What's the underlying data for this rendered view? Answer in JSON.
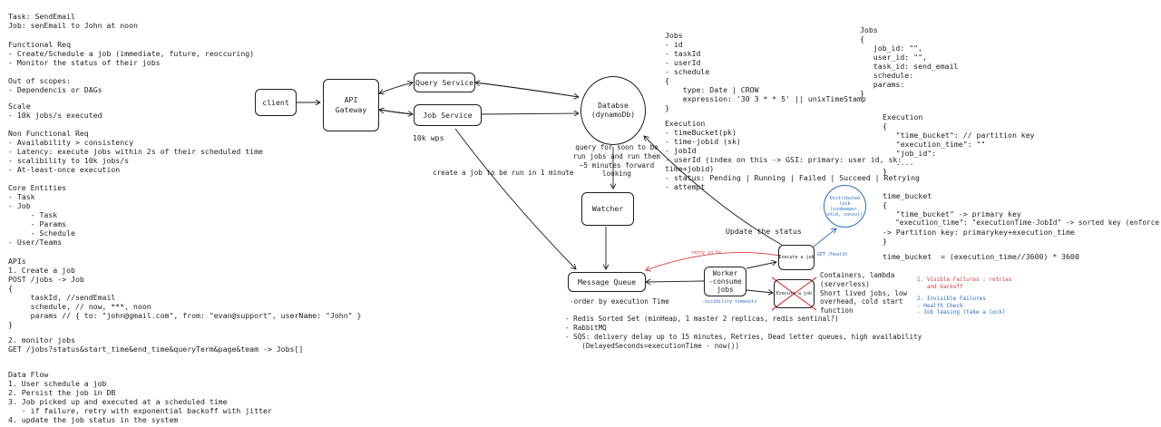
{
  "requirements": {
    "task": "Task: SendEmail",
    "job": "Job: senEmail to John at noon",
    "functional_title": "Functional Req",
    "functional_items": [
      "- Create/Schedule a job (immediate, future, reoccuring)",
      "- Monitor the status of their jobs"
    ],
    "out_of_scope_title": "Out of scopes:",
    "out_of_scope_items": [
      "- Dependencis or DAGs"
    ],
    "scale_title": "Scale",
    "scale_items": [
      "- 10k jobs/s executed"
    ],
    "nonfunctional_title": "Non Functional Req",
    "nonfunctional_items": [
      "- Availability > consistency",
      "- Latency: execute jobs within 2s of their scheduled time",
      "- scalibility to 10k jobs/s",
      "- At-least-once execution"
    ],
    "core_title": "Core Entities",
    "core_items": [
      "- Task",
      "- Job",
      "     - Task",
      "     - Params",
      "     - Schedule",
      "- User/Teams"
    ]
  },
  "apis": {
    "title": "APIs",
    "lines": [
      "1. Create a job",
      "POST /jobs -> Job",
      "{",
      "     taskId, //sendEmail",
      "     schedule, // now, ***, noon",
      "     params // { to: \"john@gmail.com\", from: \"evan@support\", userName: \"John\" }",
      "}",
      "",
      "2. monitor jobs",
      "GET /jobs?status&start_time&end_time&queryTerm&page&team -> Jobs[]"
    ]
  },
  "data_flow": {
    "title": "Data Flow",
    "items": [
      "1. User schedule a job",
      "2. Persist the job in DB",
      "3. Job picked up and executed at a scheduled time",
      "   - if failure, retry with exponential backoff with jitter",
      "4. update the job status in the system"
    ]
  },
  "diagram": {
    "client": "client",
    "api_gateway": "API\nGateway",
    "query_service": "Query Service",
    "job_service": "Job Service",
    "wps": "10k wps",
    "database": "Databse\n(dynamoDb)",
    "create_job_label": "create a job to be run in 1 minute",
    "query_label": "query for soon to be\nrun jobs and run them\n~5 minutes forward\nlooking",
    "watcher": "Watcher",
    "message_queue": "Message Queue",
    "worker": "Worker\n-consume\njobs",
    "visibility": "-visibility timeouts",
    "execute_job": "Execute a job",
    "execute_job_crossed": "Execute a job",
    "update_status": "Update the status",
    "retry_label": "retry in 5s",
    "get_health": "GET /health",
    "distributed_lock": "Distributed\nlock\n(zookeeper,\netcd, consul)",
    "order_label": "-order by execution Time",
    "containers_label": "Containers, lambda\n(serverless)\nShort lived jobs, low\noverhead, cold start\nfunction",
    "queue_options": [
      "- Redis Sorted Set (minHeap, 1 master 2 replicas, redis sentinal?)",
      "- RabbitMQ",
      "- SQS: delivery delay up to 15 minutes, Retries, Dead letter queues, high availability",
      "    (DelayedSeconds=executionTime - now())"
    ]
  },
  "failures": {
    "visible": "1. Visible Failures : retries\n   and backoff",
    "invisible": "2. Invisible Failures\n- Health Check\n- Job leasing (take a lock)"
  },
  "schema_left": {
    "lines": [
      "Jobs",
      "- id",
      "- taskId",
      "- userId",
      "- schedule",
      "{",
      "    type: Date | CROW",
      "    expression: '30 3 * * 5' || unixTimeStamp",
      "}",
      "",
      "Execution",
      "- timeBucket(pk)",
      "- time-jobid (sk)",
      "- jobId",
      "- userId (index on this -> GSI: primary: user id, sk:",
      "time+jobid)",
      "- status: Pending | Running | Failed | Succeed | Retrying",
      "- attempt"
    ]
  },
  "schema_right": {
    "jobs_lines": [
      "Jobs",
      "{",
      "   job_id: \"\",",
      "   user_id: \"\",",
      "   task_id: send_email",
      "   schedule:",
      "   params:",
      "}"
    ],
    "execution_lines": [
      "Execution",
      "{",
      "   \"time_bucket\": // partition key",
      "   \"execution_time\": \"\"",
      "   \"job_id\":",
      "   ....",
      "}"
    ],
    "bucket_lines": [
      "time_bucket",
      "{",
      "   \"time_bucket\" -> primary key",
      "   \"execution_time\": \"executionTime-JobId\" -> sorted key (enforce uniqueness)",
      "-> Partition key: primarykey+execution_time",
      "}",
      "",
      "time_bucket  = (execution_time//3600) * 3600"
    ]
  },
  "colors": {
    "ink": "#1e1e1e",
    "failure_red": "#d63b3b",
    "accent_blue": "#2b6cc4"
  }
}
